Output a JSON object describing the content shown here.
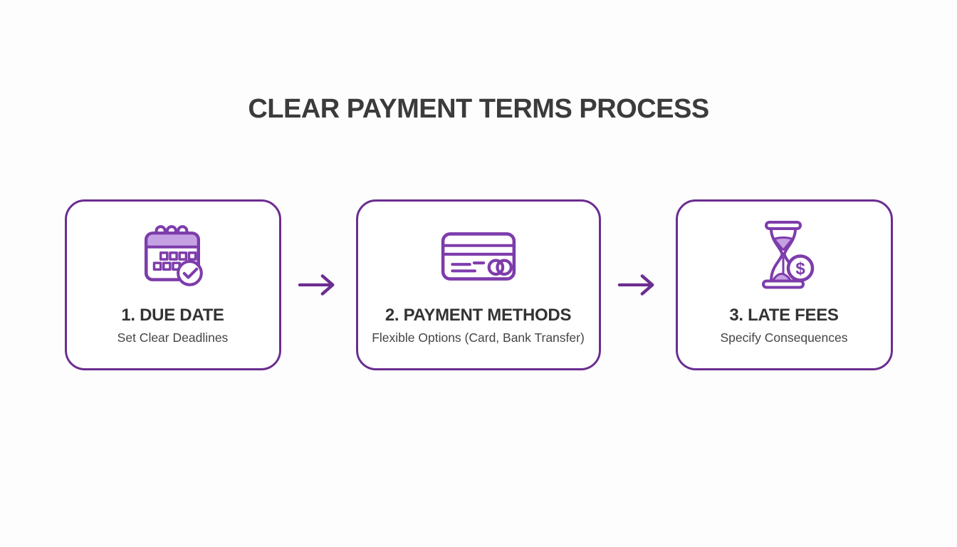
{
  "title": "CLEAR PAYMENT TERMS PROCESS",
  "colors": {
    "accent": "#6b2d90",
    "icon_stroke": "#7d3cab",
    "icon_fill": "#c5a1e3",
    "title_text": "#3b3b3b",
    "step_title_text": "#333333",
    "subtitle_text": "#454545",
    "background": "#fdfdfd"
  },
  "steps": [
    {
      "number": "1",
      "title": "1. DUE DATE",
      "subtitle": "Set Clear Deadlines",
      "icon": "calendar-check-icon"
    },
    {
      "number": "2",
      "title": "2. PAYMENT METHODS",
      "subtitle": "Flexible Options (Card, Bank Transfer)",
      "icon": "credit-card-icon"
    },
    {
      "number": "3",
      "title": "3. LATE FEES",
      "subtitle": "Specify Consequences",
      "icon": "hourglass-dollar-icon"
    }
  ],
  "connector": "right-arrow"
}
